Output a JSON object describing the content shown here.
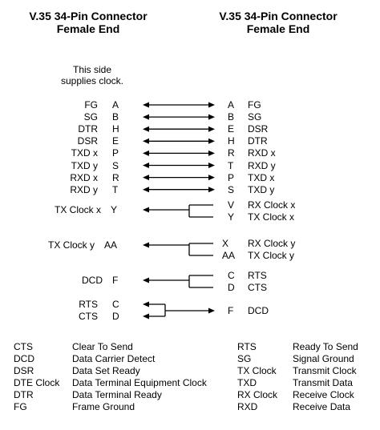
{
  "headers": {
    "left": [
      "V.35 34-Pin Connector",
      "Female End"
    ],
    "right": [
      "V.35 34-Pin Connector",
      "Female End"
    ]
  },
  "clock_note": [
    "This side",
    "supplies clock."
  ],
  "straight_rows": [
    {
      "l_sig": "FG",
      "l_pin": "A",
      "r_pin": "A",
      "r_sig": "FG"
    },
    {
      "l_sig": "SG",
      "l_pin": "B",
      "r_pin": "B",
      "r_sig": "SG"
    },
    {
      "l_sig": "DTR",
      "l_pin": "H",
      "r_pin": "E",
      "r_sig": "DSR"
    },
    {
      "l_sig": "DSR",
      "l_pin": "E",
      "r_pin": "H",
      "r_sig": "DTR"
    },
    {
      "l_sig": "TXD x",
      "l_pin": "P",
      "r_pin": "R",
      "r_sig": "RXD x"
    },
    {
      "l_sig": "TXD y",
      "l_pin": "S",
      "r_pin": "T",
      "r_sig": "RXD y"
    },
    {
      "l_sig": "RXD x",
      "l_pin": "R",
      "r_pin": "P",
      "r_sig": "TXD x"
    },
    {
      "l_sig": "RXD y",
      "l_pin": "T",
      "r_pin": "S",
      "r_sig": "TXD y"
    }
  ],
  "fork_rows": [
    {
      "l_sig": "TX Clock x",
      "l_pin": "Y",
      "r_pins": [
        "V",
        "Y"
      ],
      "r_sigs": [
        "RX Clock x",
        "TX Clock x"
      ]
    },
    {
      "l_sig": "TX Clock y",
      "l_pin": "AA",
      "r_pins": [
        "X",
        "AA"
      ],
      "r_sigs": [
        "RX Clock y",
        "TX Clock y"
      ]
    },
    {
      "l_sig": "DCD",
      "l_pin": "F",
      "r_pins": [
        "C",
        "D"
      ],
      "r_sigs": [
        "RTS",
        "CTS"
      ]
    }
  ],
  "merge_row": {
    "l_sigs": [
      "RTS",
      "CTS"
    ],
    "l_pins": [
      "C",
      "D"
    ],
    "r_pin": "F",
    "r_sig": "DCD"
  },
  "legend_left": [
    {
      "abbr": "CTS",
      "desc": "Clear To Send"
    },
    {
      "abbr": "DCD",
      "desc": "Data Carrier Detect"
    },
    {
      "abbr": "DSR",
      "desc": "Data Set Ready"
    },
    {
      "abbr": "DTE Clock",
      "desc": "Data Terminal Equipment Clock"
    },
    {
      "abbr": "DTR",
      "desc": "Data Terminal Ready"
    },
    {
      "abbr": "FG",
      "desc": "Frame Ground"
    }
  ],
  "legend_right": [
    {
      "abbr": "RTS",
      "desc": "Ready To Send"
    },
    {
      "abbr": "SG",
      "desc": "Signal Ground"
    },
    {
      "abbr": "TX Clock",
      "desc": "Transmit Clock"
    },
    {
      "abbr": "TXD",
      "desc": "Transmit Data"
    },
    {
      "abbr": "RX Clock",
      "desc": "Receive Clock"
    },
    {
      "abbr": "RXD",
      "desc": "Receive Data"
    }
  ]
}
